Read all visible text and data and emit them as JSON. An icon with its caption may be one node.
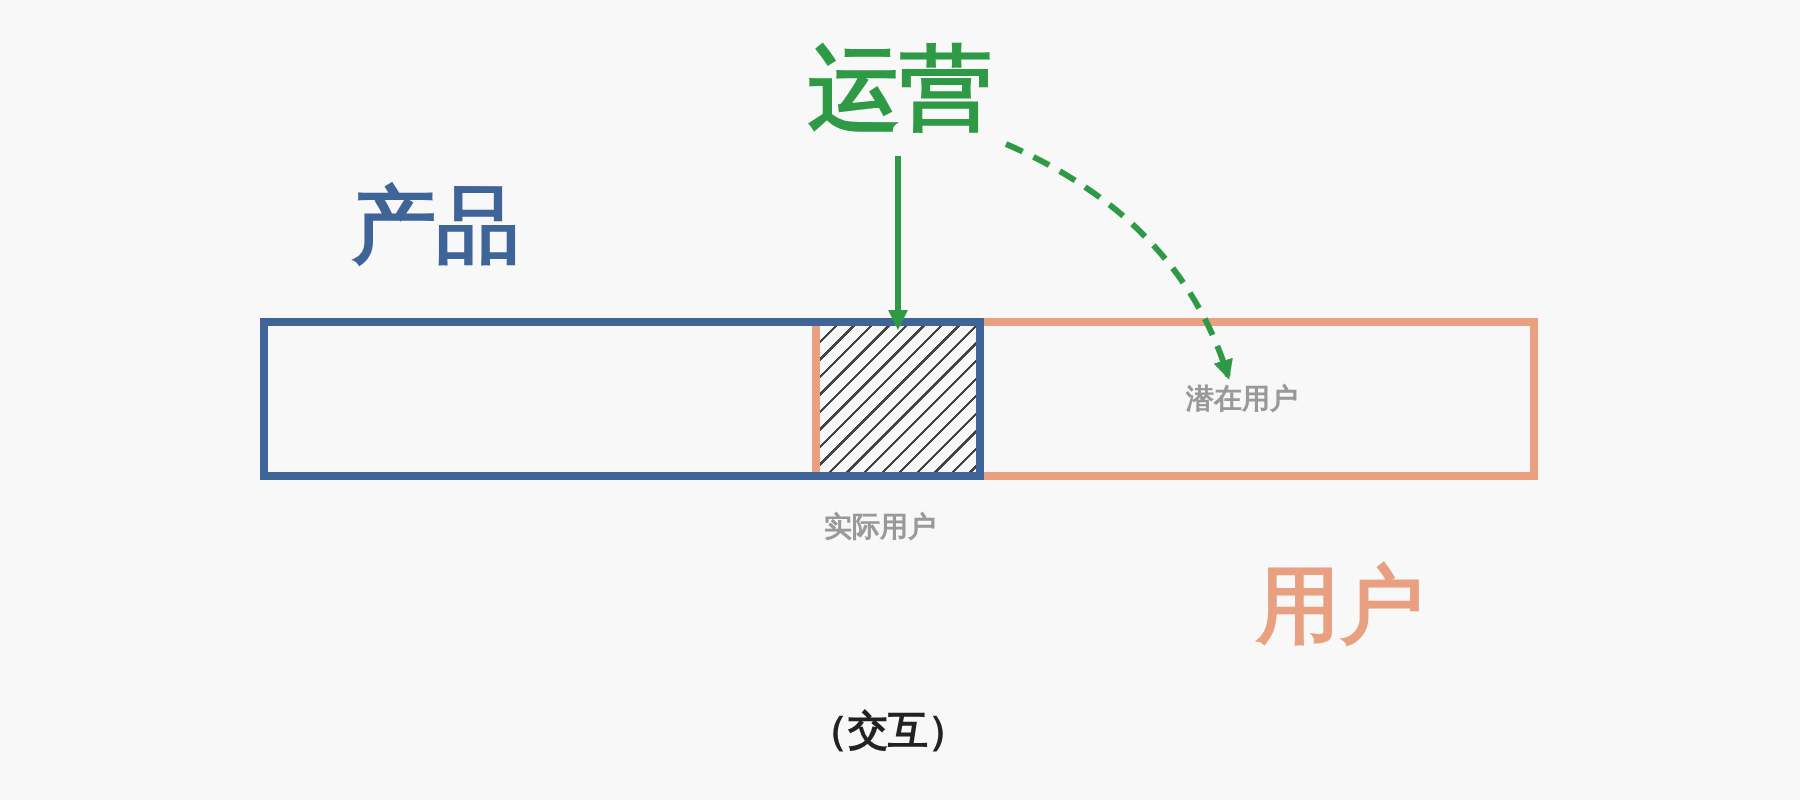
{
  "diagram": {
    "nodes": [
      {
        "text": [
          "运营"
        ]
      },
      {
        "text": [
          "产品"
        ]
      },
      {
        "text": [
          "用户"
        ]
      },
      {
        "text": [
          "实际用户"
        ]
      },
      {
        "text": [
          "潜在用户"
        ],
        "in": 2
      }
    ],
    "edges": [
      {
        "from": 0,
        "to": 3,
        "arrow": "to"
      },
      {
        "from": 0,
        "to": 4,
        "arrow": "to",
        "style": "dashed"
      }
    ],
    "labels": [
      "（交互）"
    ]
  }
}
